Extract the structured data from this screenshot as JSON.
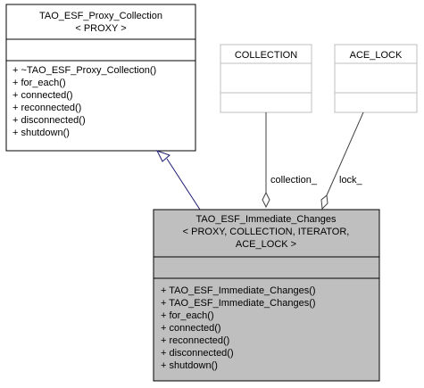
{
  "classes": {
    "proxy_collection": {
      "title_lines": [
        "TAO_ESF_Proxy_Collection",
        "< PROXY >"
      ],
      "attributes": [],
      "methods": [
        "+ ~TAO_ESF_Proxy_Collection()",
        "+ for_each()",
        "+ connected()",
        "+ reconnected()",
        "+ disconnected()",
        "+ shutdown()"
      ]
    },
    "collection": {
      "title_lines": [
        "COLLECTION"
      ],
      "attributes": [],
      "methods": []
    },
    "ace_lock": {
      "title_lines": [
        "ACE_LOCK"
      ],
      "attributes": [],
      "methods": []
    },
    "immediate_changes": {
      "title_lines": [
        "TAO_ESF_Immediate_Changes",
        "< PROXY, COLLECTION, ITERATOR,",
        "ACE_LOCK >"
      ],
      "attributes": [],
      "methods": [
        "+ TAO_ESF_Immediate_Changes()",
        "+ TAO_ESF_Immediate_Changes()",
        "+ for_each()",
        "+ connected()",
        "+ reconnected()",
        "+ disconnected()",
        "+ shutdown()"
      ]
    }
  },
  "relations": {
    "collection_label": "collection_",
    "lock_label": "lock_"
  },
  "colors": {
    "highlight_fill": "#bfbfbf",
    "inheritance_edge": "#191970",
    "member_edge": "#404040",
    "template_border": "#bfbfbf"
  }
}
